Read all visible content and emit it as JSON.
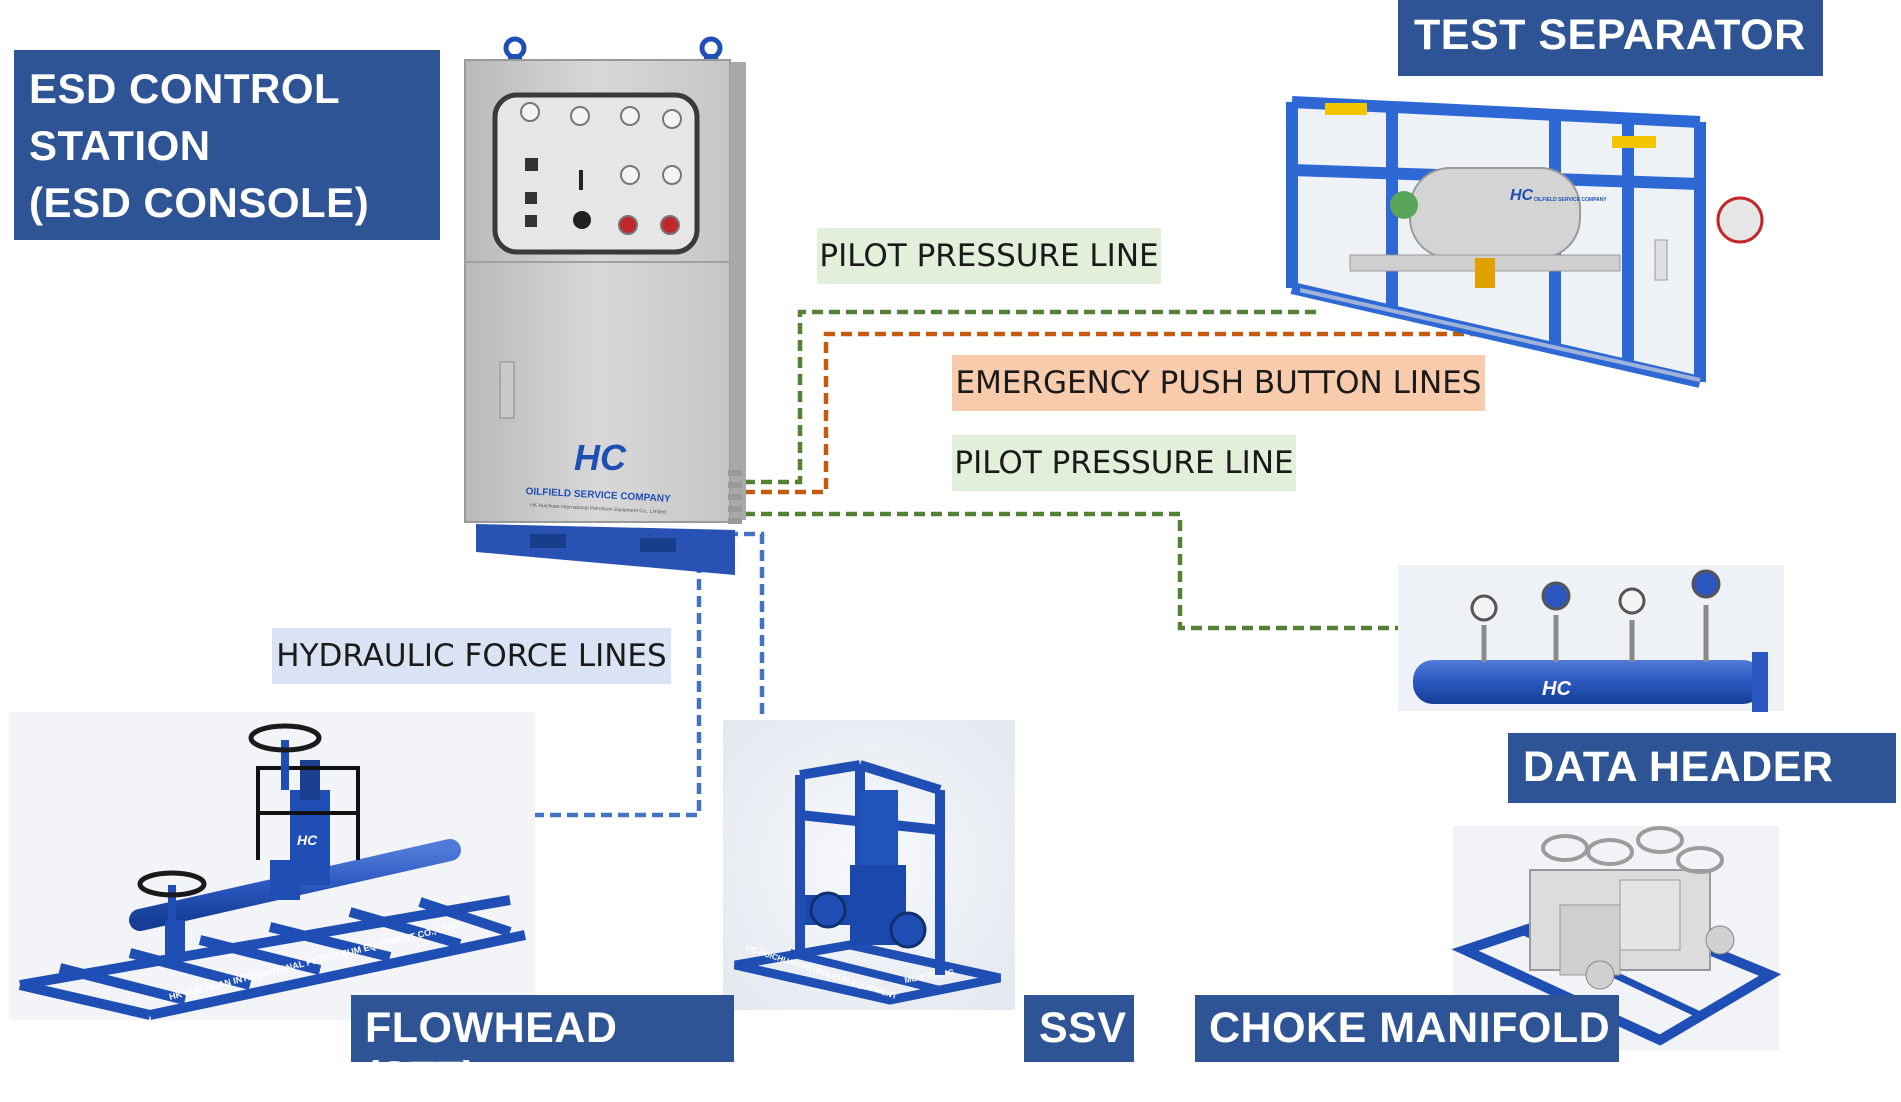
{
  "titles": {
    "esd_line1": "ESD CONTROL",
    "esd_line2": "STATION",
    "esd_line3": "(ESD CONSOLE)",
    "test_separator": "TEST SEPARATOR",
    "data_header": "DATA HEADER",
    "flowhead": "FLOWHEAD (STT)",
    "ssv": "SSV",
    "choke_manifold": "CHOKE MANIFOLD"
  },
  "line_labels": {
    "pilot_top": "PILOT PRESSURE LINE",
    "emergency": "EMERGENCY PUSH BUTTON LINES",
    "pilot_mid": "PILOT PRESSURE LINE",
    "hydraulic": "HYDRAULIC FORCE LINES"
  },
  "equipment_text": {
    "console_company": "OILFIELD SERVICE COMPANY",
    "console_subtext": "HK Huichuan International Petroleum Equipment Co., Limited",
    "separator_company": "OILFIELD SERVICE COMPANY",
    "flowhead_frame": "HK HUICHUAN INTERNATIONAL PETROLEUM EQUIPMENT CO., LTD.",
    "ssv_frame": "HC HUICHUAN PETROLEUM EQUIPMENT",
    "ssv_weight": "MGW 750 KG"
  },
  "colors": {
    "title_bg": "#2F5496",
    "pilot_line": "#548235",
    "emergency_line": "#C55A11",
    "hydraulic_line": "#4472C4",
    "equipment_blue": "#1F4FB4"
  },
  "logo_text": "HC"
}
